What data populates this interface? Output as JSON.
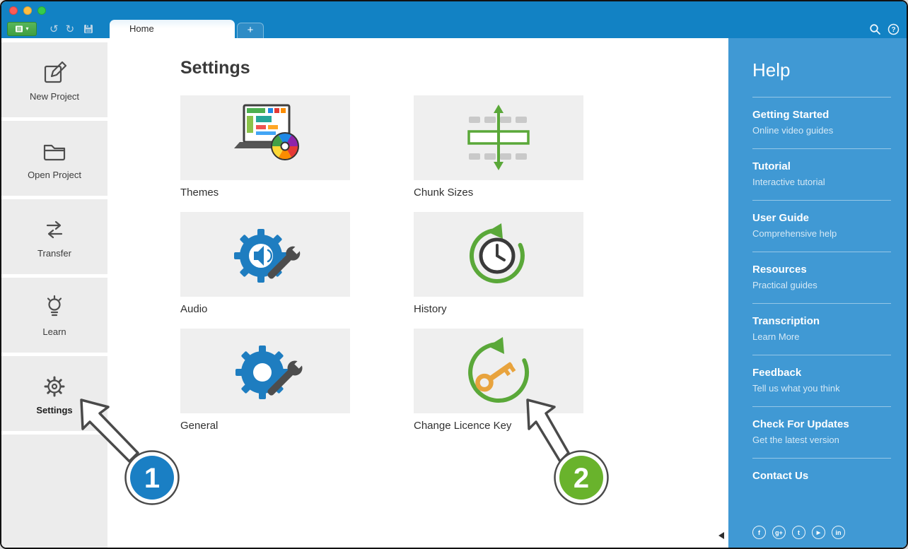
{
  "window": {
    "tab_label": "Home",
    "new_tab_label": "+"
  },
  "toolbar_icons": {
    "undo": "↺",
    "redo": "↻",
    "menu_caret": "▾",
    "help_q": "?"
  },
  "sidebar": {
    "items": [
      {
        "label": "New Project"
      },
      {
        "label": "Open Project"
      },
      {
        "label": "Transfer"
      },
      {
        "label": "Learn"
      },
      {
        "label": "Settings",
        "active": true
      }
    ]
  },
  "main": {
    "title": "Settings",
    "tiles": [
      {
        "label": "Themes"
      },
      {
        "label": "Chunk Sizes"
      },
      {
        "label": "Audio"
      },
      {
        "label": "History"
      },
      {
        "label": "General"
      },
      {
        "label": "Change Licence Key"
      }
    ]
  },
  "help": {
    "title": "Help",
    "items": [
      {
        "label": "Getting Started",
        "sub": "Online video guides"
      },
      {
        "label": "Tutorial",
        "sub": "Interactive tutorial"
      },
      {
        "label": "User Guide",
        "sub": "Comprehensive help"
      },
      {
        "label": "Resources",
        "sub": "Practical guides"
      },
      {
        "label": "Transcription",
        "sub": "Learn More"
      },
      {
        "label": "Feedback",
        "sub": "Tell us what you think"
      },
      {
        "label": "Check For Updates",
        "sub": "Get the latest version"
      },
      {
        "label": "Contact Us",
        "sub": ""
      }
    ],
    "social": [
      {
        "name": "facebook",
        "glyph": "f"
      },
      {
        "name": "google-plus",
        "glyph": "g+"
      },
      {
        "name": "twitter",
        "glyph": "t"
      },
      {
        "name": "youtube",
        "glyph": "▶"
      },
      {
        "name": "linkedin",
        "glyph": "in"
      }
    ]
  },
  "callouts": [
    {
      "number": "1",
      "color": "#1a7fc4"
    },
    {
      "number": "2",
      "color": "#69b32c"
    }
  ],
  "colors": {
    "titlebar_blue": "#1282c4",
    "help_panel_blue": "#4099d4",
    "accent_green": "#5aa839",
    "gear_blue": "#1e7dc0",
    "key_orange": "#e8a33d",
    "menu_button_green": "#46a549",
    "callout_blue": "#1a7fc4",
    "callout_green": "#69b32c"
  }
}
